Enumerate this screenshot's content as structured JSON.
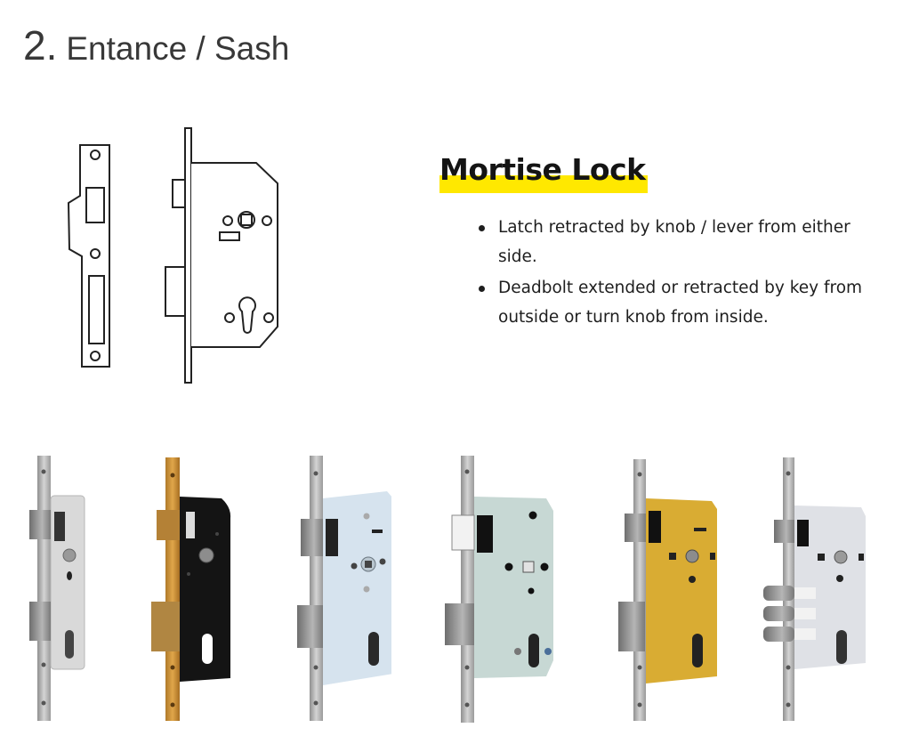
{
  "section": {
    "number": "2.",
    "title": "Entance / Sash"
  },
  "diagram": {
    "name": "mortise-lock-line-drawing",
    "parts": [
      "strike-plate",
      "lock-body"
    ]
  },
  "info": {
    "heading": "Mortise Lock",
    "highlight_color": "#ffe800",
    "bullets": [
      "Latch retracted by knob / lever from either side.",
      "Deadbolt extended or retracted by key from outside or turn knob from inside."
    ]
  },
  "products": [
    {
      "name": "narrow-stainless-mortise-lock",
      "finish": "stainless steel"
    },
    {
      "name": "brass-black-mortise-lock",
      "finish": "brass faceplate, black case"
    },
    {
      "name": "stainless-blue-grey-mortise-lock",
      "finish": "stainless steel, light grey case"
    },
    {
      "name": "stainless-green-grey-mortise-lock",
      "finish": "stainless steel, grey-green case"
    },
    {
      "name": "stainless-gold-mortise-lock",
      "finish": "stainless steel, gold case"
    },
    {
      "name": "triple-bolt-mortise-lock",
      "finish": "stainless steel, silver case, 3 deadbolts"
    }
  ]
}
